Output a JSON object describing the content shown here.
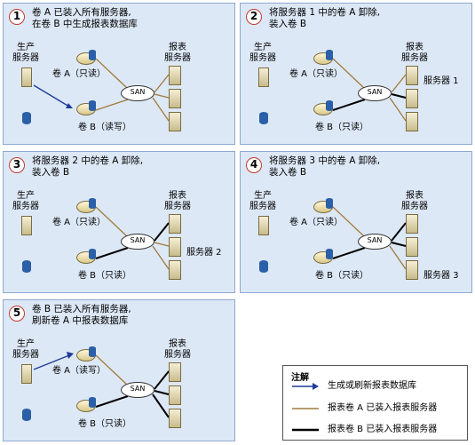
{
  "panels": [
    {
      "num": "1",
      "title": [
        "卷 A 已装入所有服务器,",
        "在卷 B 中生成报表数据库"
      ],
      "prod": [
        "生产",
        "服务器"
      ],
      "report": [
        "报表",
        "服务器"
      ],
      "volA": "卷 A（只读）",
      "volB": "卷 B（读写）",
      "san": "SAN",
      "serverLabel": ""
    },
    {
      "num": "2",
      "title": [
        "将服务器 1 中的卷 A 卸除,",
        "装入卷 B"
      ],
      "prod": [
        "生产",
        "服务器"
      ],
      "report": [
        "报表",
        "服务器"
      ],
      "volA": "卷 A（只读）",
      "volB": "卷 B（只读）",
      "san": "SAN",
      "serverLabel": "服务器 1"
    },
    {
      "num": "3",
      "title": [
        "将服务器 2 中的卷 A 卸除,",
        "装入卷 B"
      ],
      "prod": [
        "生产",
        "服务器"
      ],
      "report": [
        "报表",
        "服务器"
      ],
      "volA": "卷 A（只读）",
      "volB": "卷 B（只读）",
      "san": "SAN",
      "serverLabel": "服务器 2"
    },
    {
      "num": "4",
      "title": [
        "将服务器 3 中的卷 A 卸除,",
        "装入卷 B"
      ],
      "prod": [
        "生产",
        "服务器"
      ],
      "report": [
        "报表",
        "服务器"
      ],
      "volA": "卷 A（只读）",
      "volB": "卷 B（只读）",
      "san": "SAN",
      "serverLabel": "服务器 3"
    },
    {
      "num": "5",
      "title": [
        "卷 B 已装入所有服务器,",
        "刷新卷 A 中报表数据库"
      ],
      "prod": [
        "生产",
        "服务器"
      ],
      "report": [
        "报表",
        "服务器"
      ],
      "volA": "卷 A（读写）",
      "volB": "卷 B（只读）",
      "san": "SAN",
      "serverLabel": ""
    }
  ],
  "legend": {
    "title": "注解",
    "items": [
      "生成或刷新报表数据库",
      "报表卷 A 已装入报表服务器",
      "报表卷 B 已装入报表服务器"
    ]
  },
  "colors": {
    "arrow": "#1f3c99",
    "volA_link": "#a07a3c",
    "volB_link": "#000000",
    "panel_bg": "#dde8f6"
  }
}
